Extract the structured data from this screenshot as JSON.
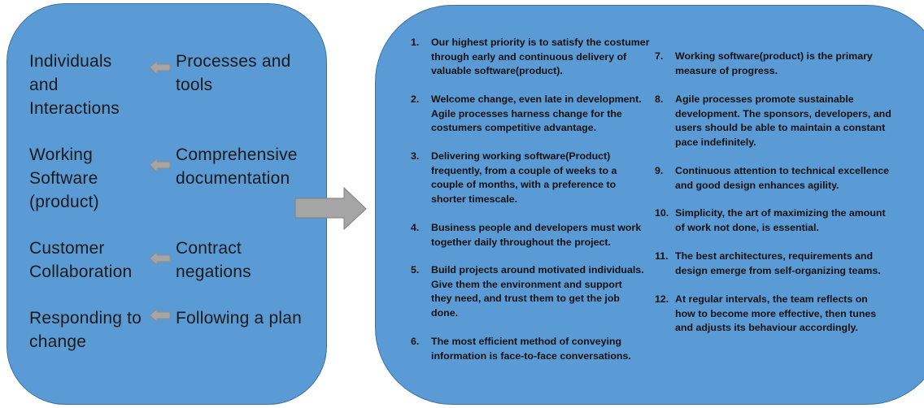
{
  "values": [
    {
      "preferred": "Individuals\nand\nInteractions",
      "over": "Processes and\ntools",
      "arrow_icon": "left-arrow-icon"
    },
    {
      "preferred": "Working\nSoftware\n(product)",
      "over": "Comprehensive\ndocumentation",
      "arrow_icon": "left-arrow-icon"
    },
    {
      "preferred": "Customer\nCollaboration",
      "over": "Contract\nnegations",
      "arrow_icon": "left-arrow-icon"
    },
    {
      "preferred": "Responding to\nchange",
      "over": "Following a plan",
      "arrow_icon": "left-arrow-icon"
    }
  ],
  "connector_icon": "right-block-arrow-icon",
  "principles": [
    {
      "num": "1.",
      "text": "Our highest priority is to satisfy the costumer\nthrough early and continuous delivery of\nvaluable software(product)."
    },
    {
      "num": "2.",
      "text": "Welcome change, even late in development.\nAgile processes harness change for the\ncostumers competitive advantage."
    },
    {
      "num": "3.",
      "text": "Delivering working software(Product)\nfrequently, from a couple of weeks to a\ncouple of months, with a preference to\nshorter timescale."
    },
    {
      "num": "4.",
      "text": "Business people and developers must work\ntogether daily throughout the project."
    },
    {
      "num": "5.",
      "text": "Build projects around motivated individuals.\nGive them the environment and support\nthey need, and trust them to get the job\ndone."
    },
    {
      "num": "6.",
      "text": "The most efficient method of conveying\ninformation is face-to-face conversations."
    },
    {
      "num": "7.",
      "text": "Working software(product) is the primary\nmeasure of progress."
    },
    {
      "num": "8.",
      "text": "Agile processes promote sustainable\ndevelopment. The sponsors, developers, and\nusers should be able to maintain a constant\npace indefinitely."
    },
    {
      "num": "9.",
      "text": "Continuous attention to technical excellence\nand good design enhances agility."
    },
    {
      "num": "10.",
      "text": "Simplicity, the art of maximizing the amount\nof work not done, is essential."
    },
    {
      "num": "11.",
      "text": "The best architectures, requirements and\ndesign emerge from self-organizing teams."
    },
    {
      "num": "12.",
      "text": "At regular intervals, the team reflects on\nhow to become more effective, then tunes\nand adjusts its behaviour accordingly."
    }
  ],
  "colors": {
    "box_fill": "#5b9bd5",
    "box_border": "#41719c",
    "arrow_fill": "#a5a5a5",
    "arrow_border": "#7f7f7f",
    "text": "#111111"
  }
}
